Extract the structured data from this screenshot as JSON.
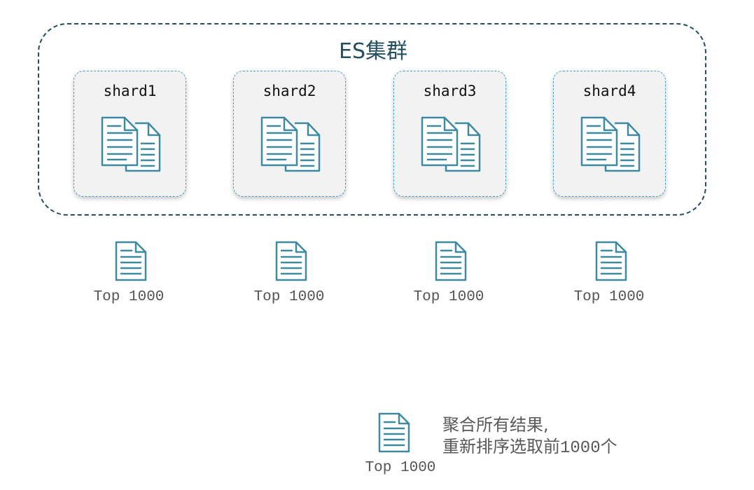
{
  "cluster": {
    "title": "ES集群",
    "border_color": "#234f5e"
  },
  "shards": [
    {
      "label": "shard1",
      "icon": "documents-icon"
    },
    {
      "label": "shard2",
      "icon": "documents-icon"
    },
    {
      "label": "shard3",
      "icon": "documents-icon"
    },
    {
      "label": "shard4",
      "icon": "documents-icon"
    }
  ],
  "shard_results": [
    {
      "label": "Top 1000",
      "icon": "document-icon"
    },
    {
      "label": "Top 1000",
      "icon": "document-icon"
    },
    {
      "label": "Top 1000",
      "icon": "document-icon"
    },
    {
      "label": "Top 1000",
      "icon": "document-icon"
    }
  ],
  "final_result": {
    "label": "Top 1000",
    "icon": "document-icon",
    "note_line1": "聚合所有结果,",
    "note_line2_prefix": "重新排序选取前",
    "note_line2_number": "1000",
    "note_line2_suffix": "个"
  },
  "colors": {
    "icon_stroke": "#3e8aa0",
    "shard_fill": "#f2f2f2",
    "shard_border": "#4aa3bf"
  }
}
